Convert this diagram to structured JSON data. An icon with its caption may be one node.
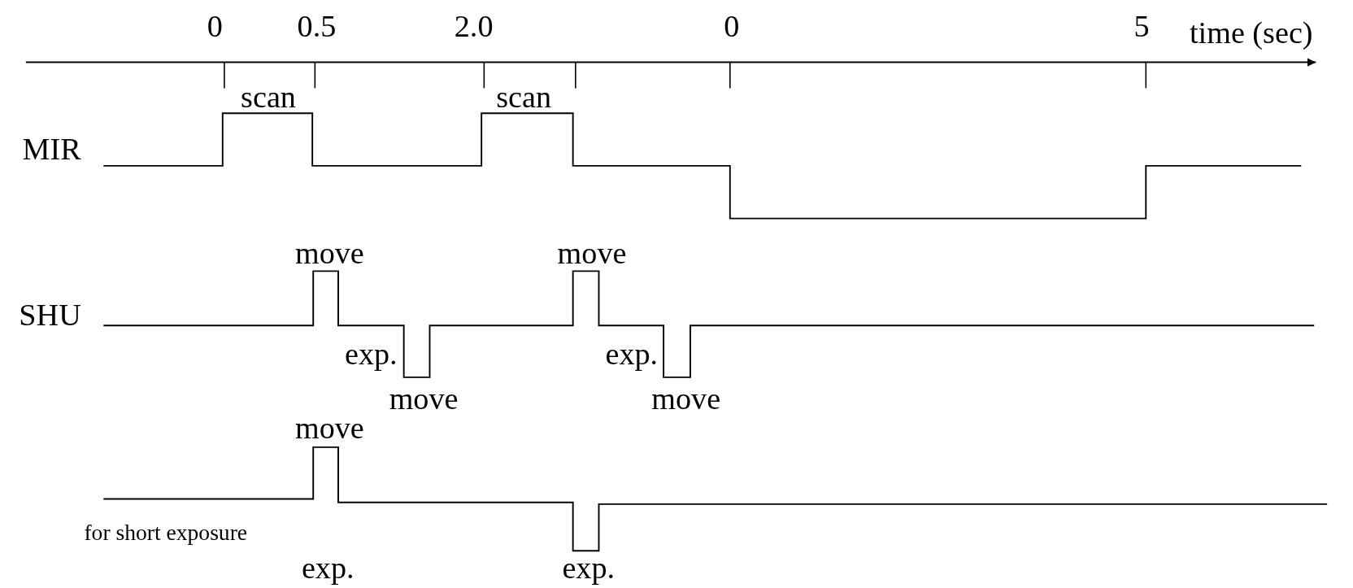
{
  "diagram": {
    "labels": [
      "0",
      "0.5",
      "2.0",
      "0",
      "5",
      "time (sec)",
      "scan",
      "scan",
      "MIR",
      "move",
      "move",
      "SHU",
      "exp.",
      "exp.",
      "move",
      "move",
      "move",
      "for short exposure",
      "exp.",
      "exp."
    ]
  }
}
